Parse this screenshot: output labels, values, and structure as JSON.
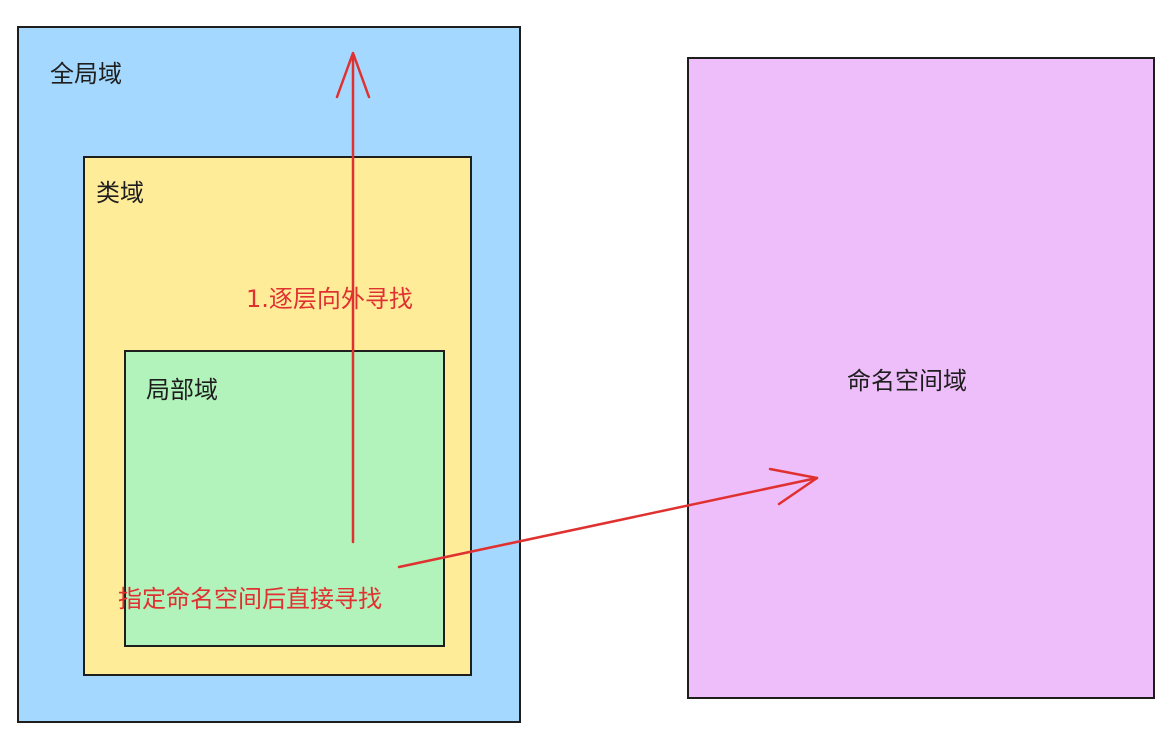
{
  "scopes": {
    "global_label": "全局域",
    "class_label": "类域",
    "local_label": "局部域",
    "namespace_label": "命名空间域"
  },
  "annotations": {
    "outward_search": "1.逐层向外寻找",
    "direct_search": "指定命名空间后直接寻找"
  },
  "colors": {
    "global_fill": "#a5d8ff",
    "class_fill": "#ffec99",
    "local_fill": "#b2f2bb",
    "namespace_fill": "#eebefa",
    "border": "#1e1e1e",
    "arrow": "#e03131"
  }
}
